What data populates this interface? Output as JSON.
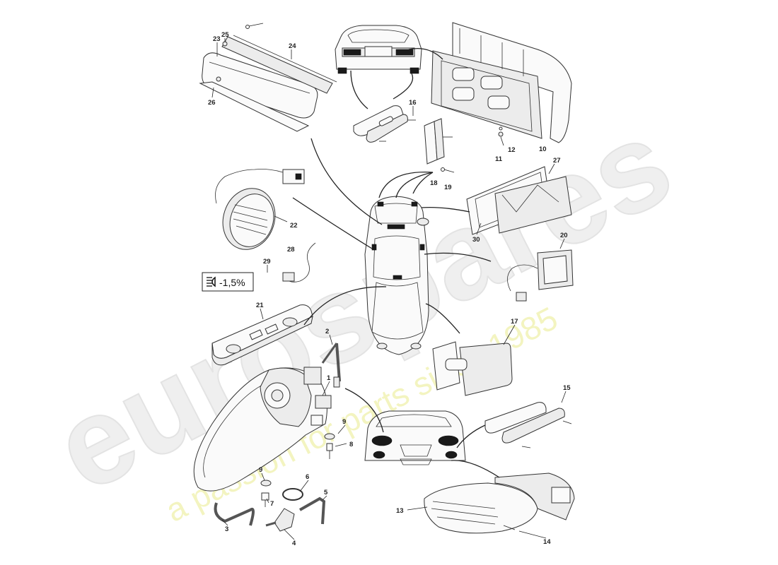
{
  "watermark": {
    "brand": "eurospares",
    "tagline": "a passion for parts since 1985"
  },
  "level_symbol": {
    "text": "-1,5%",
    "icon": "headlamp-level-icon"
  },
  "callouts": {
    "c1": "1",
    "c2": "2",
    "c3": "3",
    "c4": "4",
    "c5": "5",
    "c6": "6",
    "c7": "7",
    "c8": "8",
    "c9a": "9",
    "c9b": "9",
    "c10": "10",
    "c11": "11",
    "c12": "12",
    "c13": "13",
    "c14": "14",
    "c15": "15",
    "c16": "16",
    "c17": "17",
    "c18": "18",
    "c19": "19",
    "c20": "20",
    "c21": "21",
    "c22": "22",
    "c23": "23",
    "c24": "24",
    "c25": "25",
    "c26": "26",
    "c27": "27",
    "c28": "28",
    "c29": "29",
    "c30": "30"
  }
}
